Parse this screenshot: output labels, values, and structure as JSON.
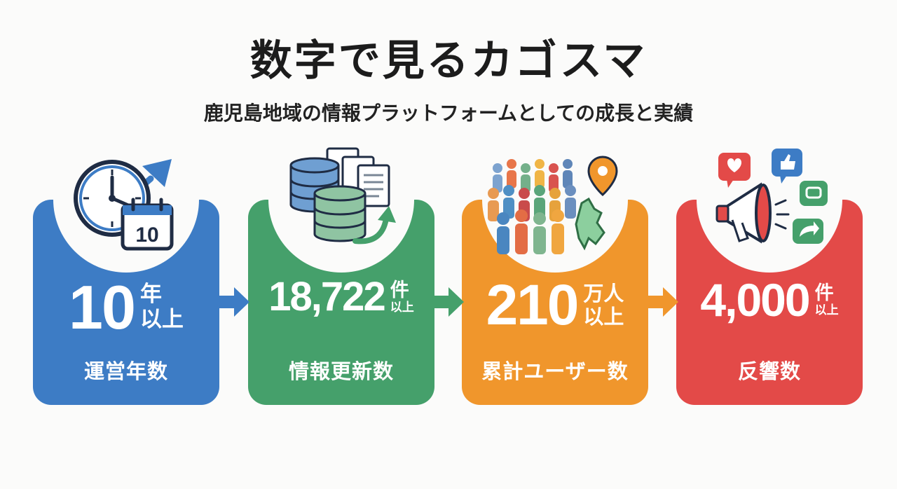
{
  "title": "数字で見るカゴスマ",
  "subtitle": "鹿児島地域の情報プラットフォームとしての成長と実績",
  "cards": [
    {
      "value": "10",
      "unit_line1": "年",
      "unit_line2": "以上",
      "label": "運営年数",
      "color": "#3d7cc5",
      "icon": "clock-calendar-icon",
      "icon_text": "10"
    },
    {
      "value": "18,722",
      "unit_line1": "件",
      "unit_line2": "以上",
      "label": "情報更新数",
      "color": "#45a06b",
      "icon": "database-documents-icon"
    },
    {
      "value": "210",
      "unit_line1": "万人",
      "unit_line2": "以上",
      "label": "累計ユーザー数",
      "color": "#f0962c",
      "icon": "crowd-map-pin-icon"
    },
    {
      "value": "4,000",
      "unit_line1": "件",
      "unit_line2": "以上",
      "label": "反響数",
      "color": "#e34a48",
      "icon": "megaphone-social-icon"
    }
  ]
}
